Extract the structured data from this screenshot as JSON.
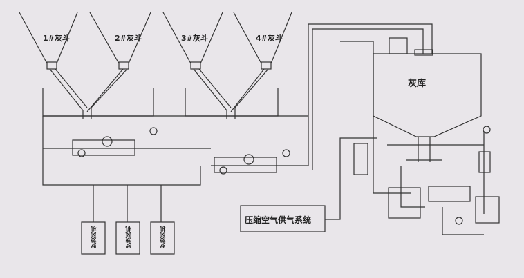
{
  "hoppers": [
    "1#灰斗",
    "2#灰斗",
    "3#灰斗",
    "4#灰斗"
  ],
  "silo_label": "灰库",
  "air_supply_label": "压缩空气供气系统",
  "blowers": [
    "罗茨风机",
    "罗茨风机",
    "罗茨风机"
  ]
}
